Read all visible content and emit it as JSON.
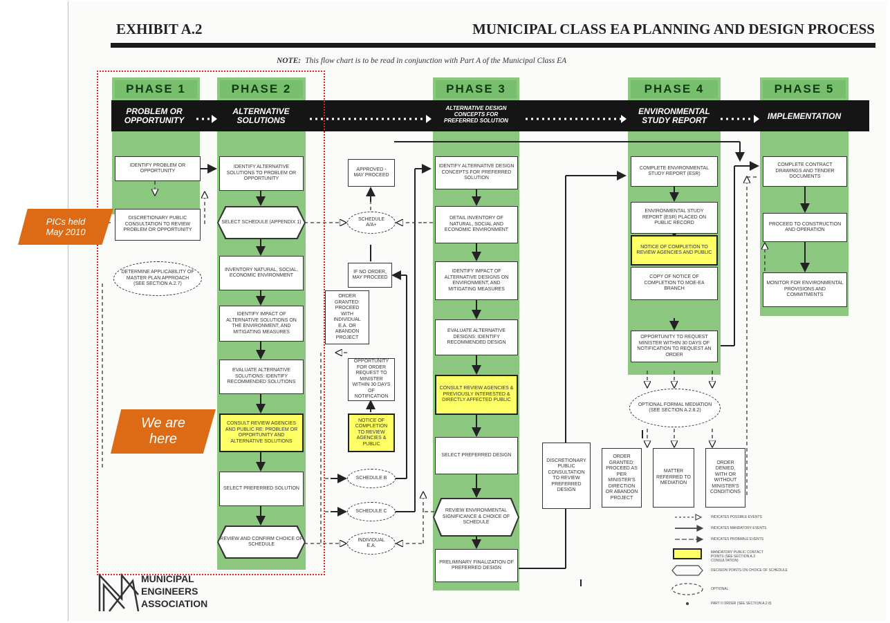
{
  "header": {
    "exhibit": "EXHIBIT A.2",
    "title": "MUNICIPAL CLASS EA PLANNING AND DESIGN PROCESS",
    "note_label": "NOTE:",
    "note_text": "This flow chart is to be read in conjunction with Part A of the Municipal Class EA"
  },
  "phases": [
    {
      "label": "PHASE 1",
      "band": "PROBLEM OR\nOPPORTUNITY"
    },
    {
      "label": "PHASE 2",
      "band": "ALTERNATIVE\nSOLUTIONS"
    },
    {
      "label": "PHASE 3",
      "band": "ALTERNATIVE DESIGN\nCONCEPTS FOR\nPREFERRED SOLUTION"
    },
    {
      "label": "PHASE 4",
      "band": "ENVIRONMENTAL\nSTUDY REPORT"
    },
    {
      "label": "PHASE 5",
      "band": "IMPLEMENTATION"
    }
  ],
  "phase1_boxes": [
    "IDENTIFY PROBLEM OR OPPORTUNITY",
    "DISCRETIONARY PUBLIC CONSULTATION TO REVIEW PROBLEM OR OPPORTUNITY"
  ],
  "phase1_oval": "DETERMINE APPLICABILITY OF MASTER PLAN APPROACH (See Section A.2.7)",
  "phase2_boxes": [
    "IDENTIFY ALTERNATIVE SOLUTIONS TO PROBLEM OR OPPORTUNITY",
    "SELECT SCHEDULE (APPENDIX 1)",
    "INVENTORY NATURAL, SOCIAL, ECONOMIC ENVIRONMENT",
    "IDENTIFY IMPACT OF ALTERNATIVE SOLUTIONS ON THE ENVIRONMENT, AND MITIGATING MEASURES",
    "EVALUATE ALTERNATIVE SOLUTIONS: IDENTIFY RECOMMENDED SOLUTIONS",
    "CONSULT REVIEW AGENCIES AND PUBLIC re: PROBLEM OR OPPORTUNITY AND ALTERNATIVE SOLUTIONS",
    "SELECT PREFERRED SOLUTION",
    "REVIEW AND CONFIRM CHOICE OF SCHEDULE"
  ],
  "middle": {
    "approved": "APPROVED - MAY PROCEED",
    "schedule_aa": "SCHEDULE A/A+",
    "if_no_order": "IF NO ORDER, MAY PROCEED",
    "order_granted": "ORDER GRANTED: PROCEED WITH INDIVIDUAL E.A. OR ABANDON PROJECT",
    "opportunity": "OPPORTUNITY FOR ORDER REQUEST TO MINISTER WITHIN 30 DAYS OF NOTIFICATION",
    "notice": "NOTICE OF COMPLETION TO REVIEW AGENCIES & PUBLIC",
    "schedule_b": "SCHEDULE B",
    "schedule_c": "SCHEDULE C",
    "individual": "INDIVIDUAL E.A."
  },
  "phase3_boxes": [
    "IDENTIFY ALTERNATIVE DESIGN CONCEPTS FOR PREFERRED SOLUTION",
    "DETAIL INVENTORY OF NATURAL, SOCIAL AND ECONOMIC ENVIRONMENT",
    "IDENTIFY IMPACT OF ALTERNATIVE DESIGNS ON ENVIRONMENT, AND MITIGATING MEASURES",
    "EVALUATE ALTERNATIVE DESIGNS: IDENTIFY RECOMMENDED DESIGN",
    "CONSULT REVIEW AGENCIES & PREVIOUSLY INTERESTED & DIRECTLY AFFECTED PUBLIC",
    "SELECT PREFERRED DESIGN",
    "REVIEW ENVIRONMENTAL SIGNIFICANCE & CHOICE OF SCHEDULE",
    "PRELIMINARY FINALIZATION OF PREFERRED DESIGN"
  ],
  "discretionary_p3": "DISCRETIONARY PUBLIC CONSULTATION TO REVIEW PREFERRED DESIGN",
  "phase4_boxes": [
    "COMPLETE ENVIRONMENTAL STUDY REPORT (ESR)",
    "ENVIRONMENTAL STUDY REPORT (ESR) PLACED ON PUBLIC RECORD",
    "NOTICE OF COMPLETION TO REVIEW AGENCIES AND PUBLIC",
    "COPY OF NOTICE OF COMPLETION TO MOE-EA BRANCH",
    "OPPORTUNITY TO REQUEST MINISTER WITHIN 30 DAYS OF NOTIFICATION TO REQUEST AN ORDER"
  ],
  "mediation_oval": "OPTIONAL FORMAL MEDIATION (See Section A.2.8.2)",
  "outcomes": [
    "ORDER GRANTED: PROCEED AS PER MINISTER'S DIRECTION OR ABANDON PROJECT",
    "MATTER REFERRED TO MEDIATION",
    "ORDER DENIED, WITH OR WITHOUT MINISTER'S CONDITIONS"
  ],
  "phase5_boxes": [
    "COMPLETE CONTRACT DRAWINGS AND TENDER DOCUMENTS",
    "PROCEED TO CONSTRUCTION AND OPERATION",
    "MONITOR FOR ENVIRONMENTAL PROVISIONS AND COMMITMENTS"
  ],
  "legend": [
    "INDICATES POSSIBLE EVENTS",
    "INDICATES MANDATORY EVENTS",
    "INDICATES PROBABLE EVENTS",
    "MANDATORY PUBLIC CONTACT POINTS (See Section A.3 Consultation)",
    "DECISION POINTS ON CHOICE OF SCHEDULE",
    "OPTIONAL",
    "PART II ORDER (See Section A.2.8)"
  ],
  "logo": [
    "MUNICIPAL",
    "ENGINEERS",
    "ASSOCIATION"
  ],
  "callouts": {
    "pics_line1": "PICs held",
    "pics_line2": "May 2010",
    "here_line1": "We are",
    "here_line2": "here"
  },
  "colors": {
    "phase_green": "#8cc77f",
    "callout_orange": "#dd6a14",
    "highlight_yellow": "#ffff66",
    "dotted_red": "#dd2222"
  }
}
